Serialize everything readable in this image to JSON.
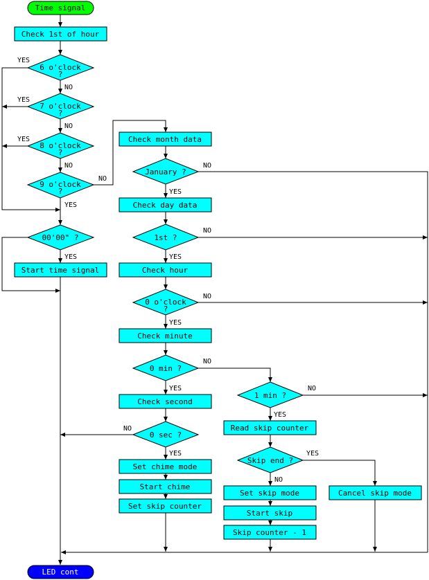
{
  "colors": {
    "process_fill": "#00ffff",
    "decision_fill": "#00ffff",
    "start_fill": "#00ff00",
    "end_fill": "#0000ff",
    "end_text": "#ffffff",
    "line": "#000000"
  },
  "terminals": {
    "start": "Time signal",
    "end": "LED cont"
  },
  "processes": {
    "check_1st_hour": "Check 1st of hour",
    "start_time_signal": "Start time signal",
    "check_month": "Check month data",
    "check_day": "Check day data",
    "check_hour": "Check hour",
    "check_minute": "Check minute",
    "check_second": "Check second",
    "set_chime": "Set chime mode",
    "start_chime": "Start chime",
    "set_skip_counter": "Set skip counter",
    "read_skip_counter": "Read skip counter",
    "set_skip_mode": "Set skip mode",
    "cancel_skip_mode": "Cancel skip mode",
    "start_skip": "Start skip",
    "skip_counter_minus": "Skip counter - 1"
  },
  "decisions": {
    "six": {
      "line1": "6 o'clock",
      "line2": "?"
    },
    "seven": {
      "line1": "7 o'clock",
      "line2": "?"
    },
    "eight": {
      "line1": "8 o'clock",
      "line2": "?"
    },
    "nine": {
      "line1": "9 o'clock",
      "line2": "?"
    },
    "zero_sec_left": {
      "line1": "00'00\" ?"
    },
    "january": {
      "line1": "January ?"
    },
    "first": {
      "line1": "1st ?"
    },
    "zero_oclock": {
      "line1": "0 o'clock",
      "line2": "?"
    },
    "zero_min": {
      "line1": "0 min ?"
    },
    "one_min": {
      "line1": "1 min ?"
    },
    "zero_sec": {
      "line1": "0 sec ?"
    },
    "skip_end": {
      "line1": "Skip end ?"
    }
  },
  "edge_labels": {
    "yes": "YES",
    "no": "NO"
  }
}
